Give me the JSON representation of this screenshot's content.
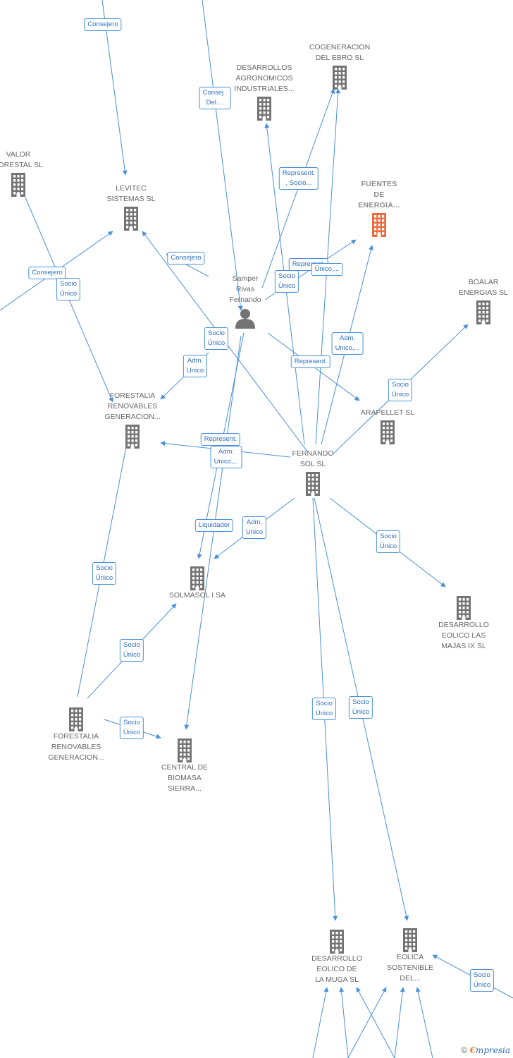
{
  "colors": {
    "edge": "#4a8fd9",
    "building": "#737373",
    "focus": "#f06a3c",
    "person": "#737373"
  },
  "nodes": [
    {
      "id": "cogeneracion",
      "label": "COGENERACION\nDEL EBRO  SL",
      "icon": "building-icon"
    },
    {
      "id": "desarrollos_agro",
      "label": "DESARROLLOS\nAGRONOMICOS\nINDUSTRIALES...",
      "icon": "building-icon"
    },
    {
      "id": "valor_forestal",
      "label": "VALOR\nFORESTAL SL",
      "icon": "building-icon"
    },
    {
      "id": "levitec",
      "label": "LEVITEC\nSISTEMAS  SL",
      "icon": "building-icon"
    },
    {
      "id": "fuentes",
      "label": "FUENTES\nDE\nENERGIA...",
      "icon": "building-icon"
    },
    {
      "id": "boalar",
      "label": "BOALAR\nENERGIAS  SL",
      "icon": "building-icon"
    },
    {
      "id": "samper",
      "label": "Samper\nRivas\nFernando",
      "icon": "person-icon"
    },
    {
      "id": "forestalia1",
      "label": "FORESTALIA\nRENOVABLES\nGENERACION...",
      "icon": "building-icon"
    },
    {
      "id": "arapellet",
      "label": "ARAPELLET  SL",
      "icon": "building-icon"
    },
    {
      "id": "fernando_sol",
      "label": "FERNANDO\nSOL SL",
      "icon": "building-icon"
    },
    {
      "id": "solmasol",
      "label": "SOLMASOL I SA",
      "icon": "building-icon"
    },
    {
      "id": "desarrollo_majas",
      "label": "DESARROLLO\nEOLICO LAS\nMAJAS IX  SL",
      "icon": "building-icon"
    },
    {
      "id": "forestalia2",
      "label": "FORESTALIA\nRENOVABLES\nGENERACION...",
      "icon": "building-icon"
    },
    {
      "id": "central_biomasa",
      "label": "CENTRAL DE\nBIOMASA\nSIERRA...",
      "icon": "building-icon"
    },
    {
      "id": "desarrollo_muga",
      "label": "DESARROLLO\nEOLICO DE\nLA MUGA SL",
      "icon": "building-icon"
    },
    {
      "id": "eolica_sostenible",
      "label": "EOLICA\nSOSTENIBLE\nDEL...",
      "icon": "building-icon"
    }
  ],
  "edge_labels": [
    "Consejero",
    "Consej .\nDel....",
    "Represent.\n, Socio...",
    "Consejero",
    "Consejero",
    "Socio\nÚnico",
    "Represent.",
    "Socio\nÚnico",
    "Único,...",
    "Socio\nÚnico",
    "Adm.\nUnico",
    "Adm.\nUnico,...",
    "Represent.",
    "Socio\nÚnico",
    "Represent.",
    "Adm.\nUnico,...",
    "Liquidador",
    "Adm.\nUnico",
    "Socio\nÚnico",
    "Socio\nÚnico",
    "Socio\nÚnico",
    "Socio\nÚnico",
    "Socio\nÚnico",
    "Socio\nÚnico",
    "Socio\nÚnico"
  ],
  "footer": {
    "copyright": "©",
    "brand_initial": "€",
    "brand_rest": "mpresia"
  }
}
